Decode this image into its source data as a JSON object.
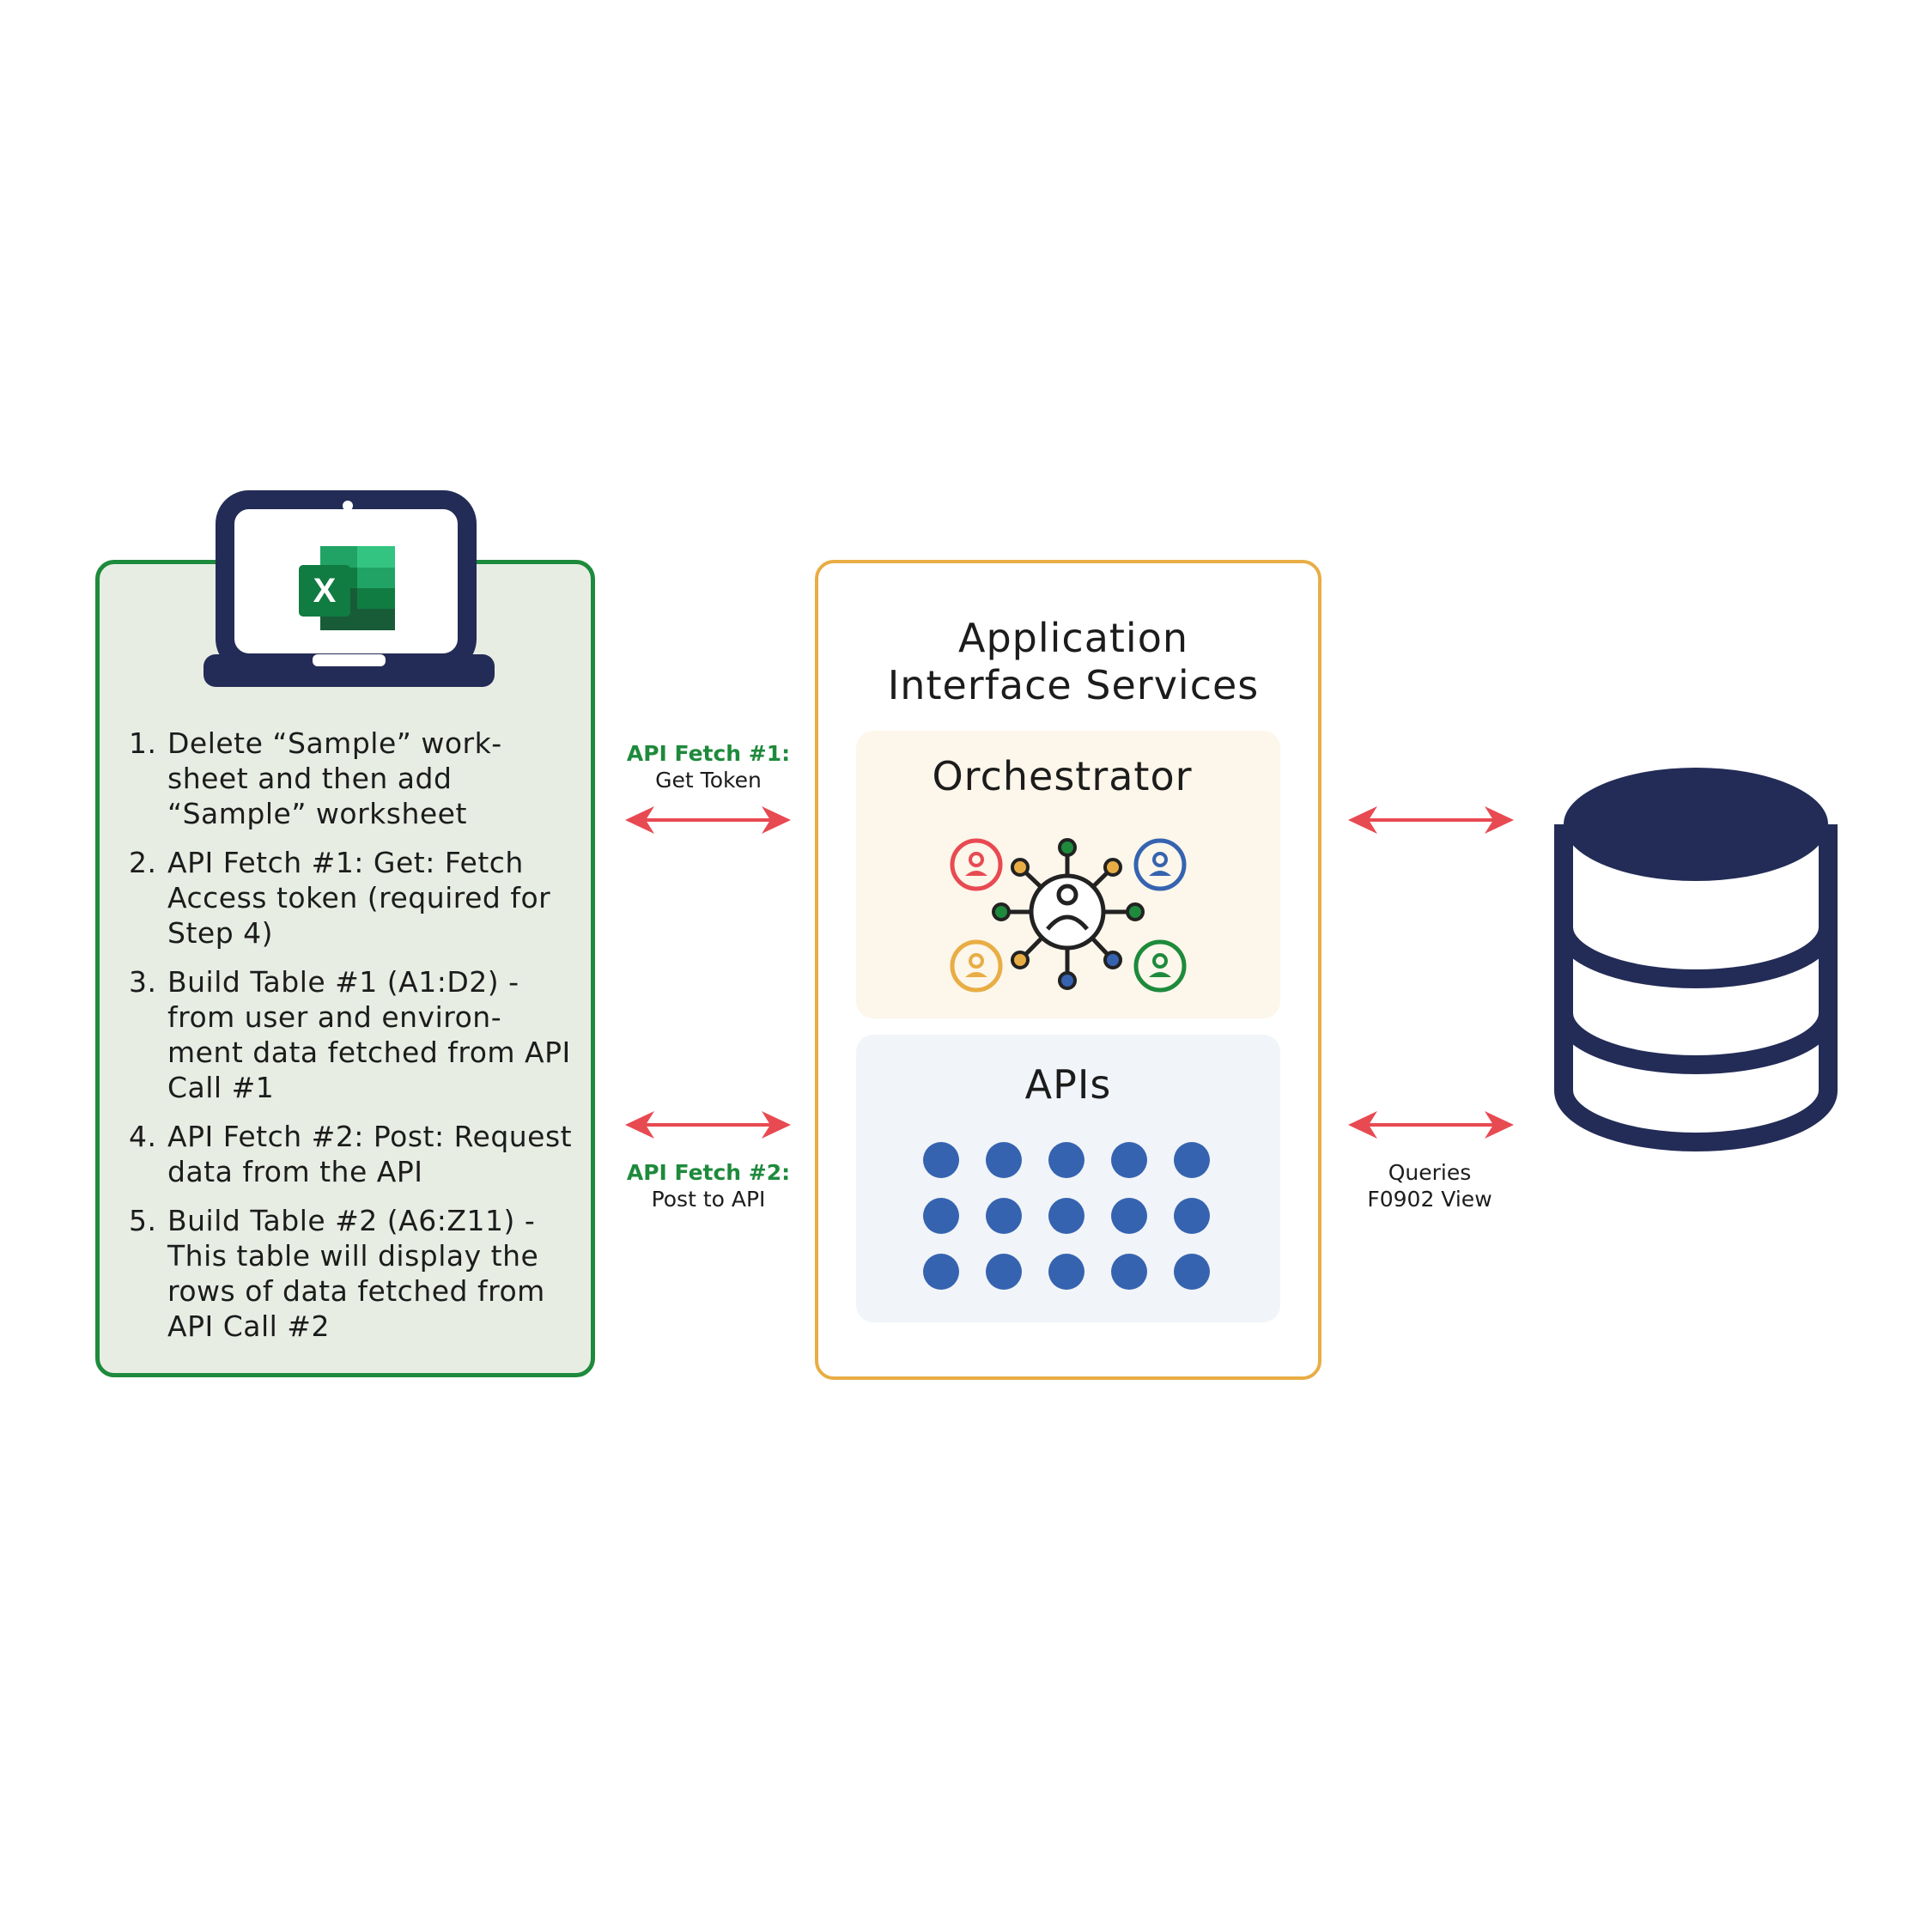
{
  "steps": [
    {
      "num": "1.",
      "text": "Delete “Sample” work-sheet and then add “Sample” worksheet"
    },
    {
      "num": "2.",
      "text": "API Fetch #1: Get: Fetch Access token (required for Step 4)"
    },
    {
      "num": "3.",
      "text": "Build Table #1 (A1:D2) - from user and environ-ment data fetched from API Call #1"
    },
    {
      "num": "4.",
      "text": "API Fetch #2: Post: Request data from the API"
    },
    {
      "num": "5.",
      "text": "Build Table #2 (A6:Z11) - This table will display the rows of data fetched from API Call #2"
    }
  ],
  "excel_logo": {
    "letter": "X"
  },
  "arrows": {
    "fetch1": {
      "title": "API Fetch #1:",
      "sub": "Get Token"
    },
    "fetch2": {
      "title": "API Fetch #2:",
      "sub": "Post to API"
    },
    "queries": {
      "line1": "Queries",
      "line2": "F0902 View"
    }
  },
  "ais": {
    "title_line1": "Application",
    "title_line2": "Interface Services",
    "orchestrator": "Orchestrator",
    "apis": "APIs",
    "api_dot_count": 15
  },
  "colors": {
    "green": "#1e8a3c",
    "orange": "#e8ad45",
    "navy": "#232c56",
    "arrow_red": "#e84a52",
    "api_blue": "#3563b0"
  },
  "icons": [
    "laptop-icon",
    "excel-icon",
    "orchestrator-network-icon",
    "database-icon"
  ]
}
